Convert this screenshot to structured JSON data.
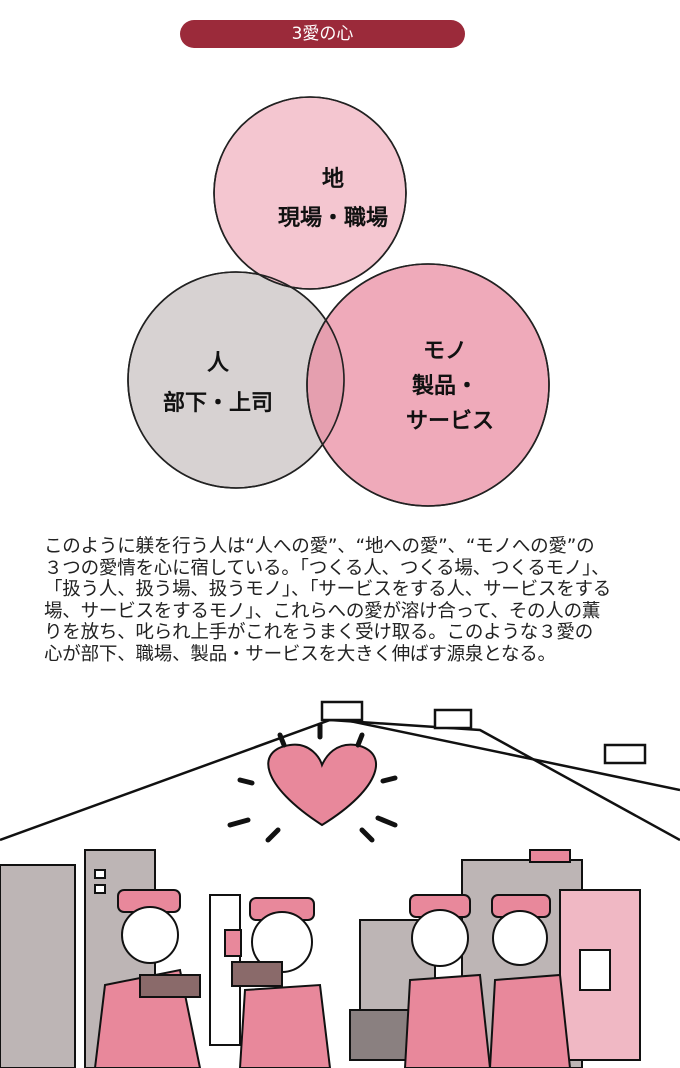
{
  "title": "3愛の心",
  "venn": {
    "top": {
      "heading": "地",
      "label": "現場・職場",
      "color": "#f2bcc8"
    },
    "left": {
      "heading": "人",
      "label": "部下・上司",
      "color": "#d3cdcd"
    },
    "right": {
      "heading": "モノ",
      "label_line1": "製品・",
      "label_line2": "サービス",
      "color": "#ea8ea3"
    }
  },
  "body_lines": [
    "このように躾を行う人は“人への愛”、“地への愛”、“モノへの愛”の",
    "３つの愛情を心に宿している。「つくる人、つくる場、つくるモノ」、",
    "「扱う人、扱う場、扱うモノ」、「サービスをする人、サービスをする",
    "場、サービスをするモノ」、これらへの愛が溶け合って、その人の薫",
    "りを放ち、叱られ上手がこれをうまく受け取る。このような３愛の",
    "心が部下、職場、製品・サービスを大きく伸ばす源泉となる。"
  ],
  "accent": "#9b2a3a"
}
